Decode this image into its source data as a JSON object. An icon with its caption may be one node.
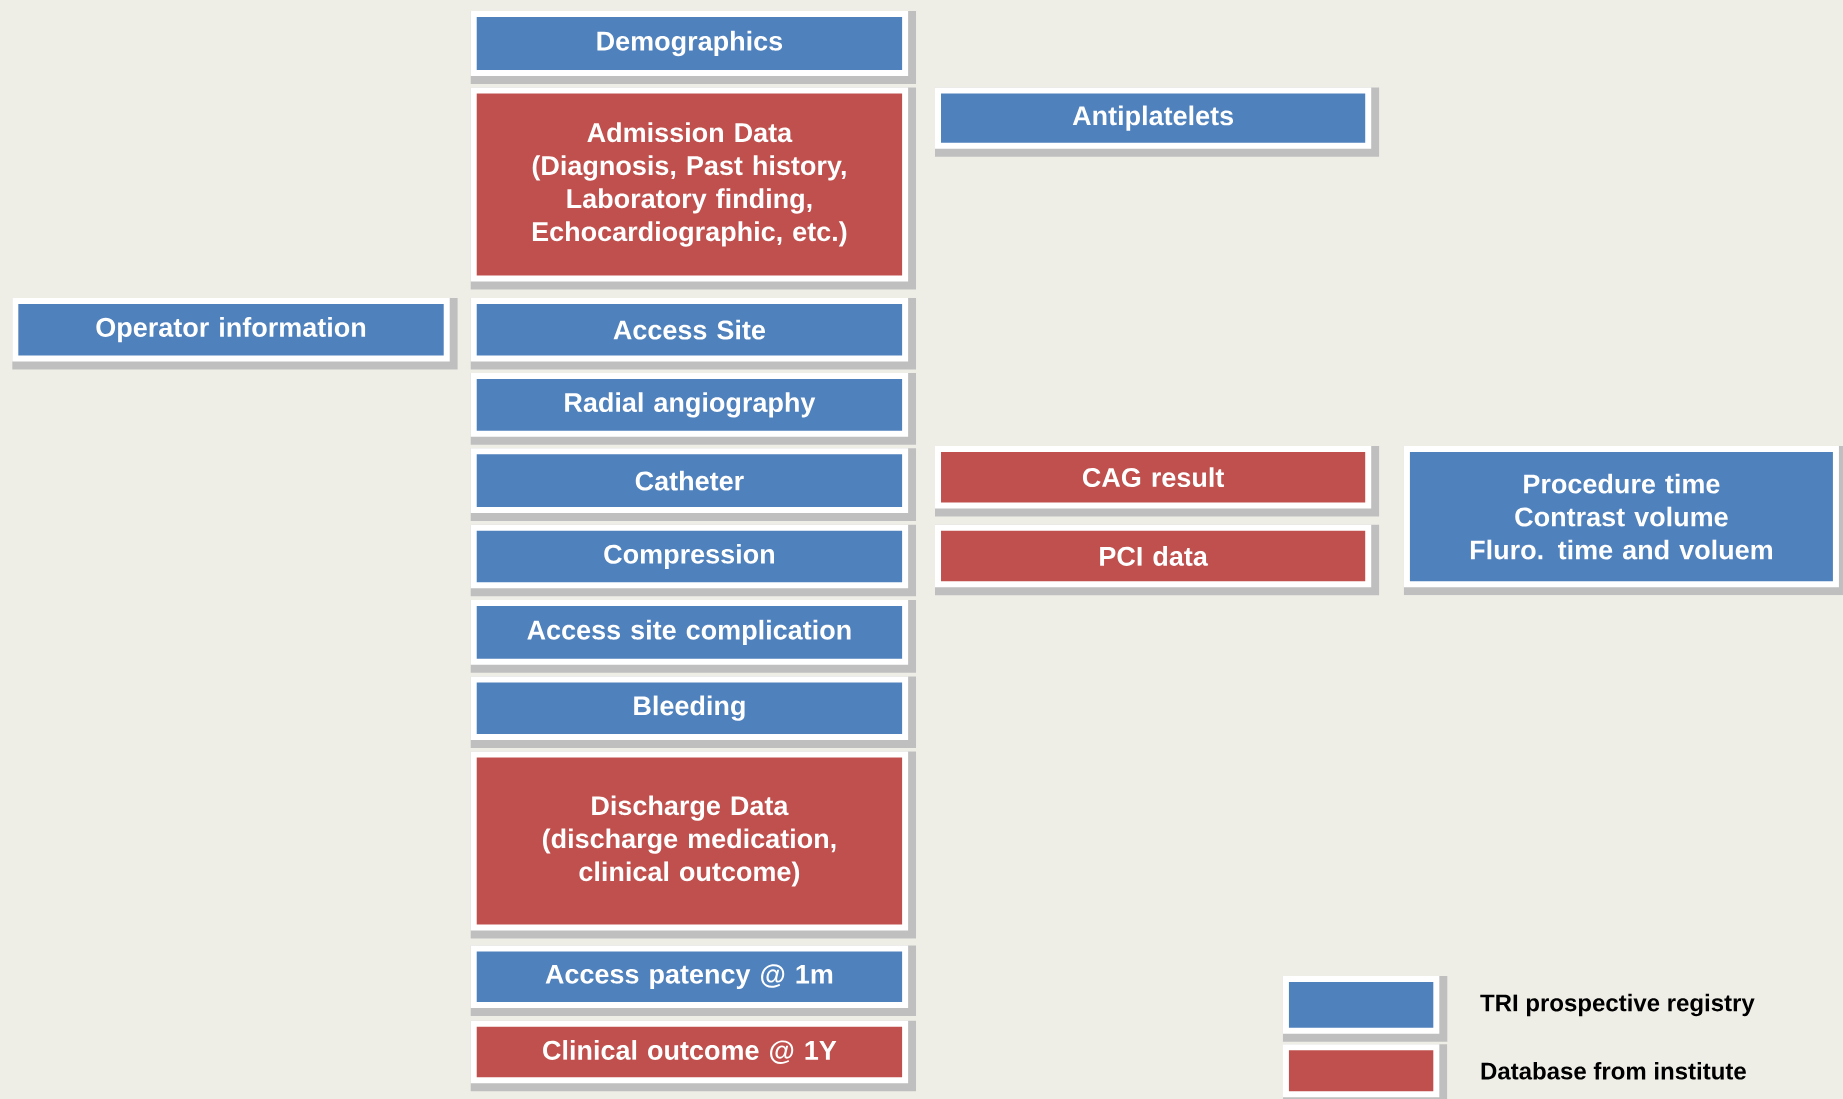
{
  "diagram": {
    "nodes": [
      {
        "text": [
          "Demographics"
        ]
      },
      {
        "text": [
          "Admission Data",
          "(Diagnosis, Past history, Laboratory finding, Echocardiographic, etc.)"
        ]
      },
      {
        "text": [
          "Antiplatelets"
        ]
      },
      {
        "text": [
          "Operator information"
        ]
      },
      {
        "text": [
          "Access Site"
        ]
      },
      {
        "text": [
          "Radial angiography"
        ]
      },
      {
        "text": [
          "Catheter"
        ]
      },
      {
        "text": [
          "CAG result"
        ]
      },
      {
        "text": [
          "Procedure time",
          "Contrast volume",
          "Fluro. time and voluem"
        ]
      },
      {
        "text": [
          "Compression"
        ]
      },
      {
        "text": [
          "PCI data"
        ]
      },
      {
        "text": [
          "Access site complication"
        ]
      },
      {
        "text": [
          "Bleeding"
        ]
      },
      {
        "text": [
          "Discharge Data",
          "(discharge medication, clinical outcome)"
        ]
      },
      {
        "text": [
          "Access patency @ 1m"
        ]
      },
      {
        "text": [
          "Clinical outcome @ 1Y"
        ]
      }
    ],
    "legend": [
      {
        "text": "TRI prospective registry",
        "color": "#4f81bd"
      },
      {
        "text": "Database from institute",
        "color": "#c0504d"
      }
    ]
  }
}
